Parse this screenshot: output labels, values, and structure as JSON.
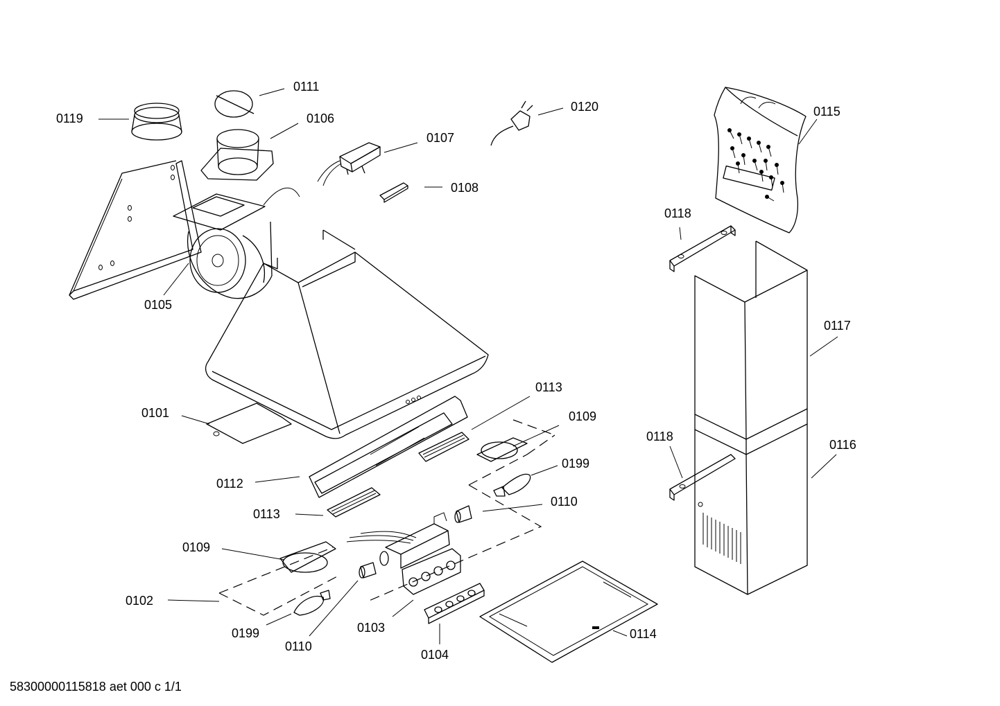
{
  "diagram": {
    "callouts": {
      "c0111": "0111",
      "c0119": "0119",
      "c0106": "0106",
      "c0120": "0120",
      "c0107": "0107",
      "c0108": "0108",
      "c0115": "0115",
      "c0118a": "0118",
      "c0105": "0105",
      "c0117": "0117",
      "c0113a": "0113",
      "c0101": "0101",
      "c0109a": "0109",
      "c0118b": "0118",
      "c0116": "0116",
      "c0199a": "0199",
      "c0112": "0112",
      "c0110a": "0110",
      "c0113b": "0113",
      "c0109b": "0109",
      "c0102": "0102",
      "c0103": "0103",
      "c0199b": "0199",
      "c0110b": "0110",
      "c0104": "0104",
      "c0114": "0114"
    },
    "footer": "58300000115818 aet 000 c 1/1"
  }
}
